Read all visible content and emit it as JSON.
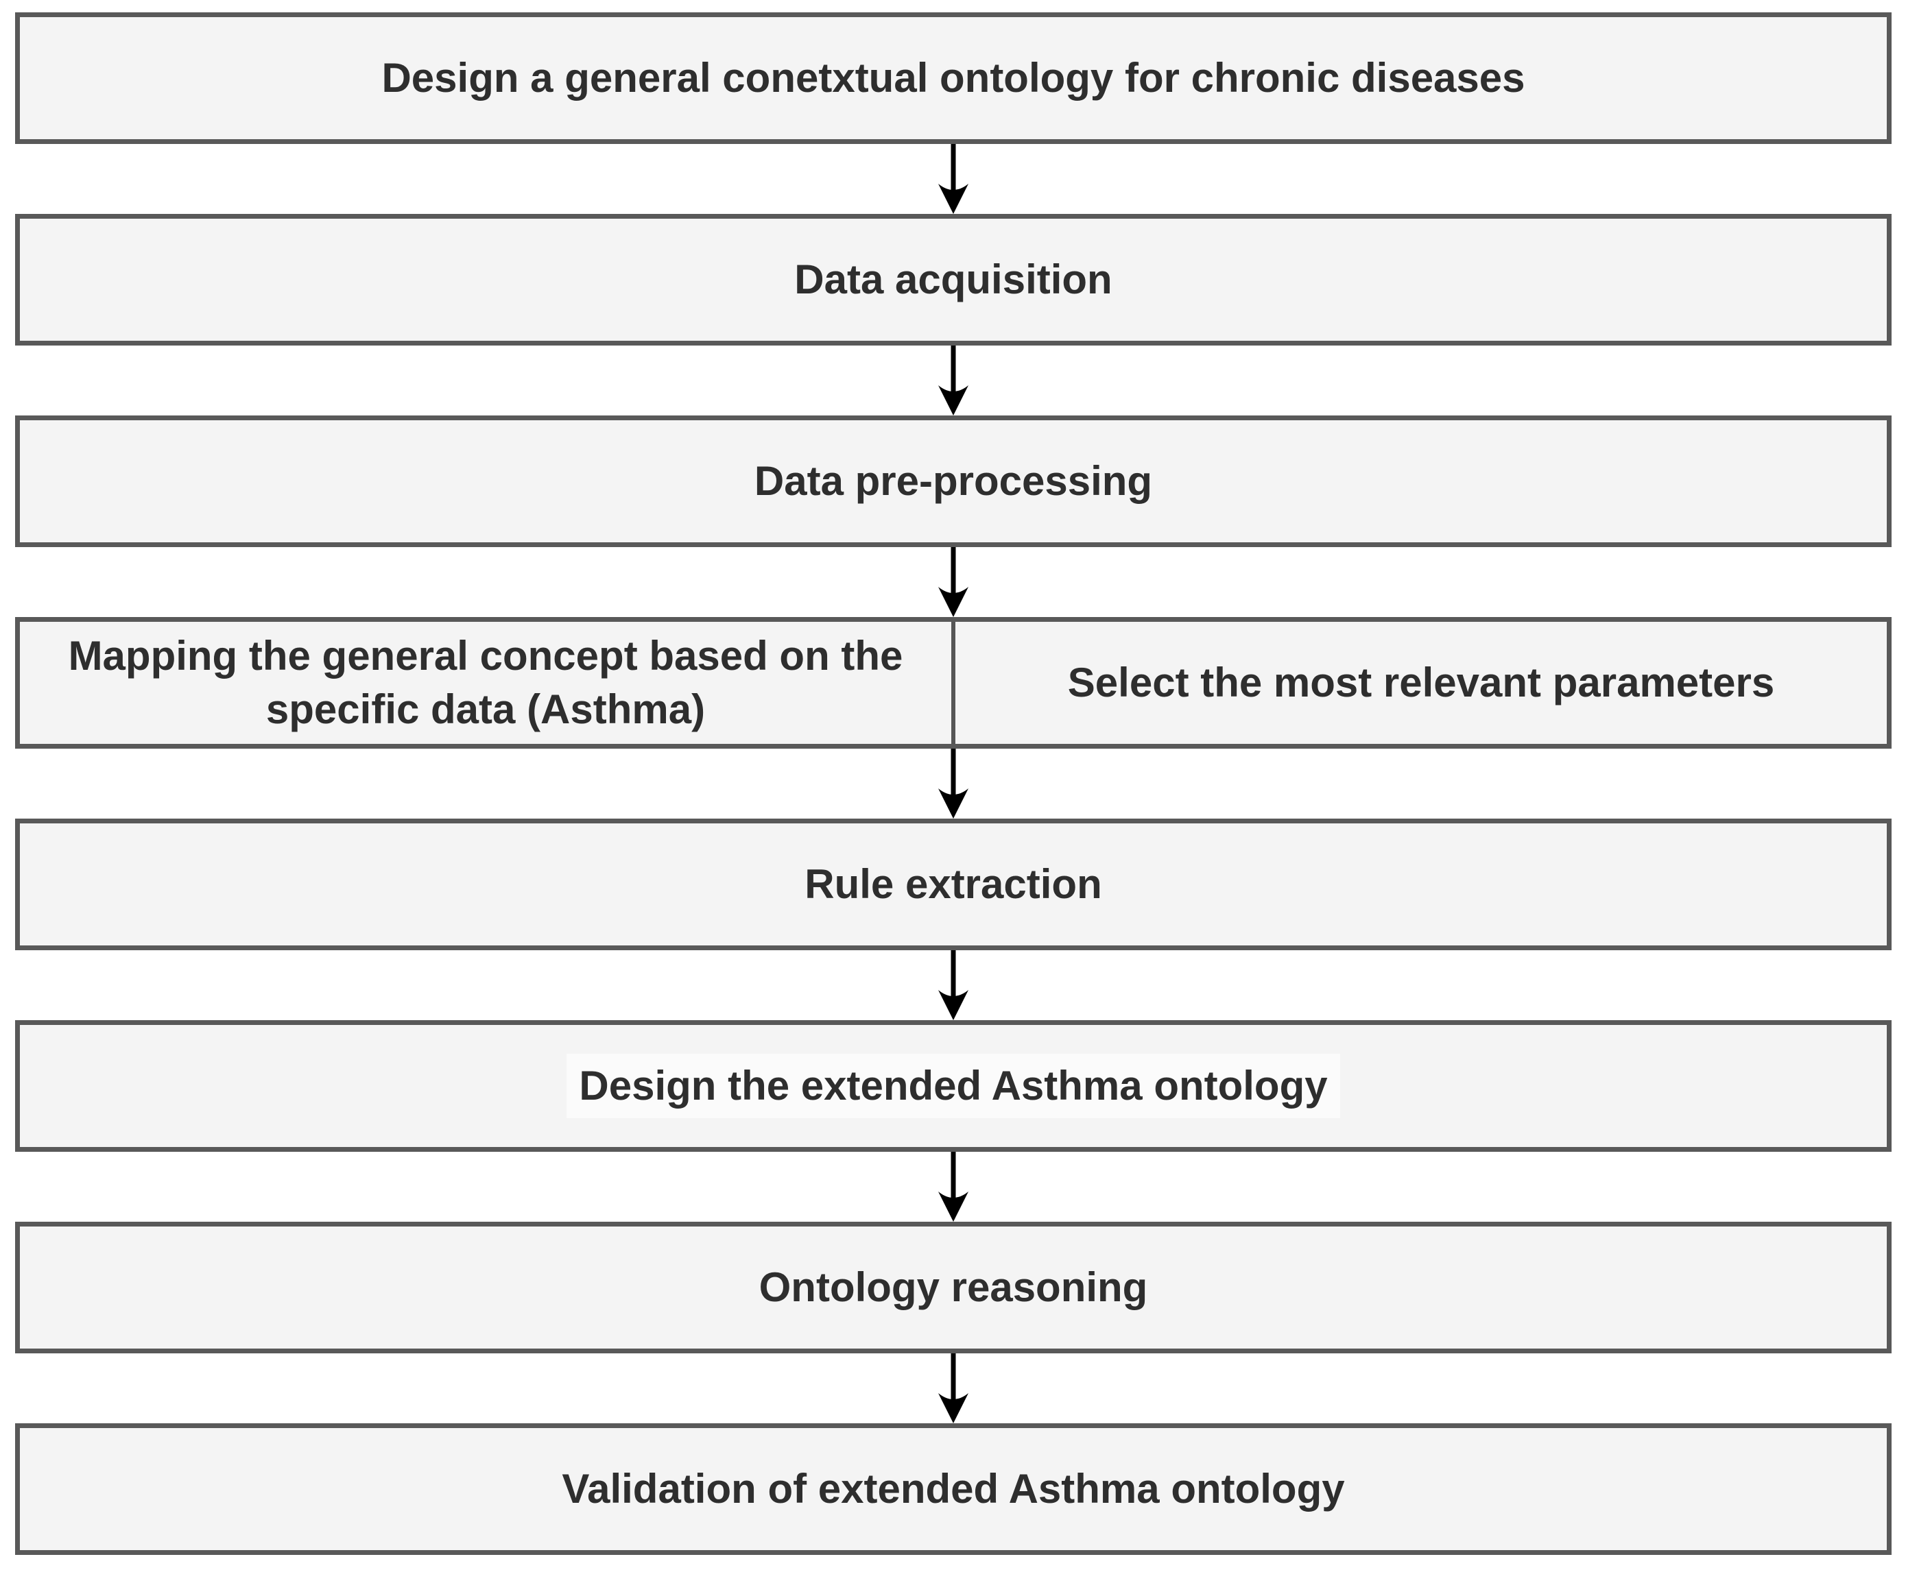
{
  "diagram": {
    "type": "flowchart",
    "direction": "top-down",
    "boxes": [
      {
        "id": "step-1",
        "label": "Design a general conetxtual ontology for chronic diseases"
      },
      {
        "id": "step-2",
        "label": "Data acquisition"
      },
      {
        "id": "step-3",
        "label": "Data pre-processing"
      },
      {
        "id": "step-4a",
        "lines": [
          "Mapping the general concept based on the",
          "specific data (Asthma)"
        ]
      },
      {
        "id": "step-4b",
        "label": "Select the most relevant parameters"
      },
      {
        "id": "step-5",
        "label": "Rule extraction"
      },
      {
        "id": "step-6",
        "label": "Design the extended Asthma ontology"
      },
      {
        "id": "step-7",
        "label": "Ontology reasoning"
      },
      {
        "id": "step-8",
        "label": "Validation of extended Asthma ontology"
      }
    ],
    "connectors": {
      "count": 7,
      "style": "vertical-black-arrow"
    },
    "colors": {
      "page_bg": "#ffffff",
      "box_fill": "#f4f4f4",
      "box_border": "#595959",
      "cell_divider": "#565656",
      "text": "#2e2e2e",
      "arrow": "#000000",
      "label_highlight": "#fbfbfb"
    }
  }
}
